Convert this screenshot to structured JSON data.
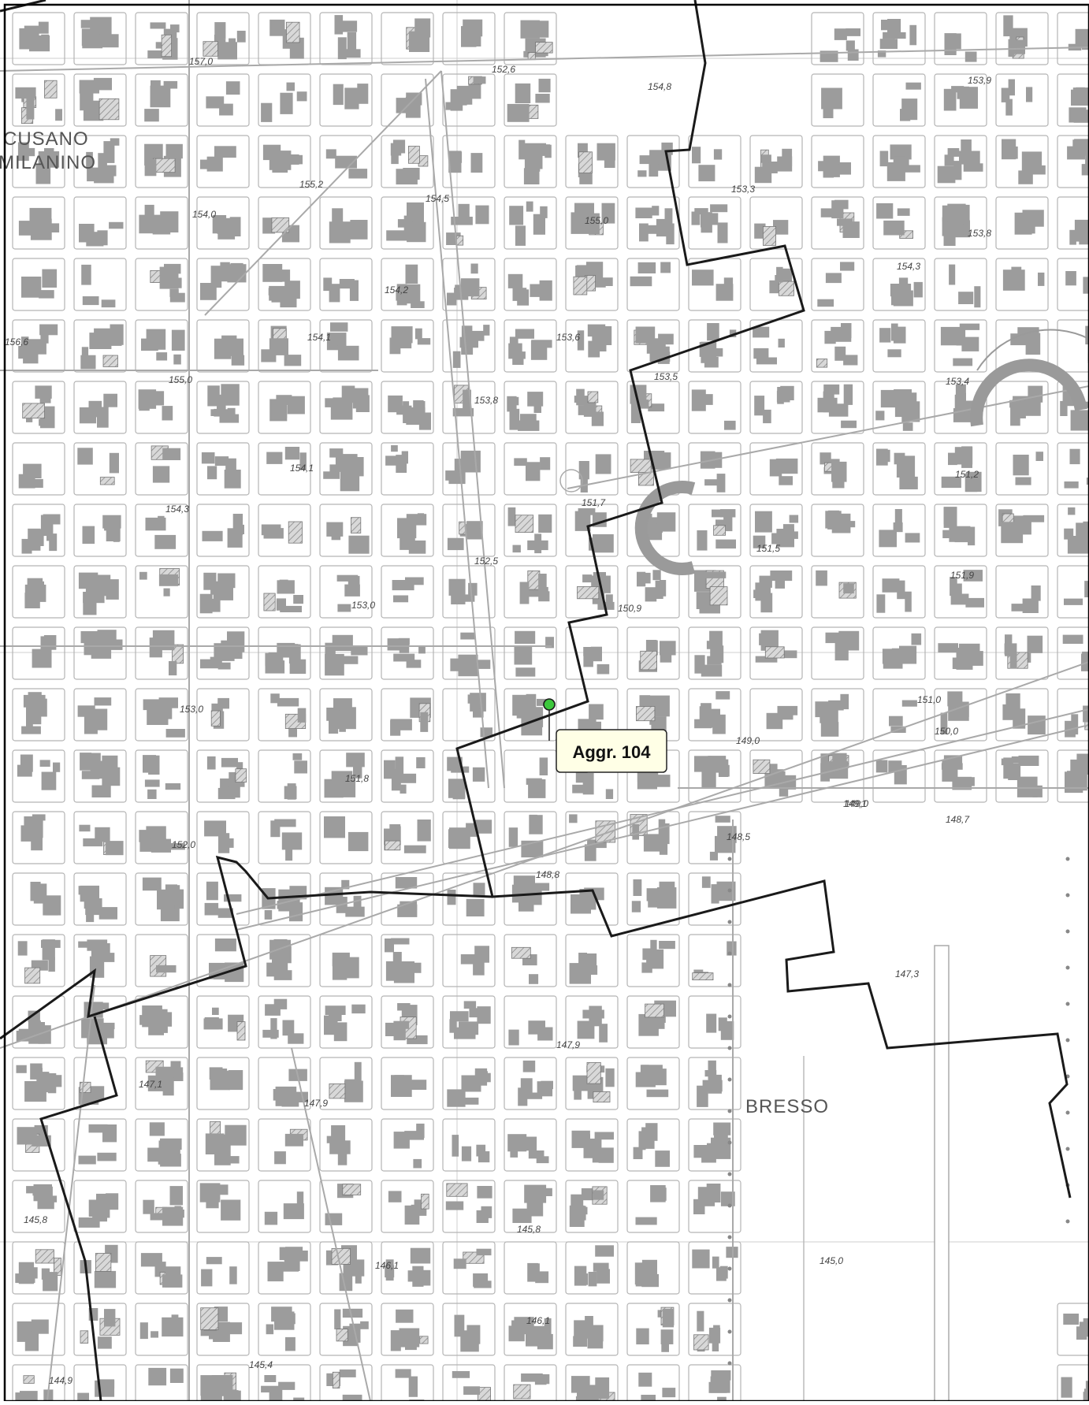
{
  "map": {
    "place_names": [
      "CUSANO",
      "MILANINO",
      "BRESSO"
    ],
    "elevations": [
      "157,0",
      "152,6",
      "154,8",
      "154,0",
      "156,6",
      "155,2",
      "154,5",
      "155,0",
      "153,3",
      "153,8",
      "154,3",
      "154,2",
      "154,1",
      "155,0",
      "153,6",
      "153,5",
      "153,8",
      "153,4",
      "154,1",
      "151,7",
      "151,2",
      "154,3",
      "152,5",
      "151,5",
      "151,9",
      "153,0",
      "150,9",
      "153,0",
      "151,8",
      "151,0",
      "150,0",
      "149,0",
      "149,0",
      "152,0",
      "148,8",
      "149,1",
      "148,7",
      "148,5",
      "147,3",
      "147,9",
      "147,9",
      "147,1",
      "145,8",
      "145,8",
      "146,1",
      "146,1",
      "145,0",
      "145,4",
      "144,9",
      "153,9"
    ],
    "boundary_color": "#1a1a1a",
    "building_color": "#9c9c9c",
    "road_color": "#a9a9a9"
  },
  "marker": {
    "label": "Aggr. 104",
    "color": "#3cc83c"
  }
}
